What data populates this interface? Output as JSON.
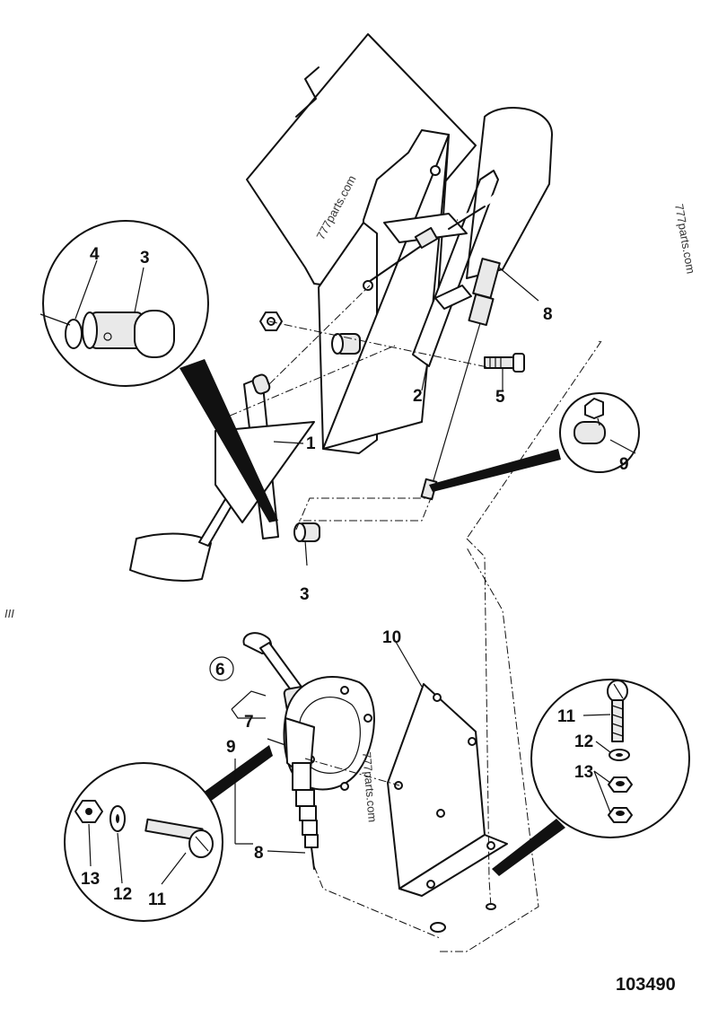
{
  "callouts": {
    "c1": "1",
    "c2": "2",
    "c3a": "3",
    "c3b": "3",
    "c4": "4",
    "c5": "5",
    "c6": "6",
    "c7": "7",
    "c8a": "8",
    "c8b": "8",
    "c9a": "9",
    "c9b": "9",
    "c10": "10",
    "c11a": "11",
    "c11b": "11",
    "c12a": "12",
    "c12b": "12",
    "c13a": "13",
    "c13b": "13"
  },
  "watermarks": {
    "w1": "777parts.com",
    "w2": "777parts.com",
    "w3": "777parts.com"
  },
  "figure_number": "103490",
  "edge_mark": "III"
}
